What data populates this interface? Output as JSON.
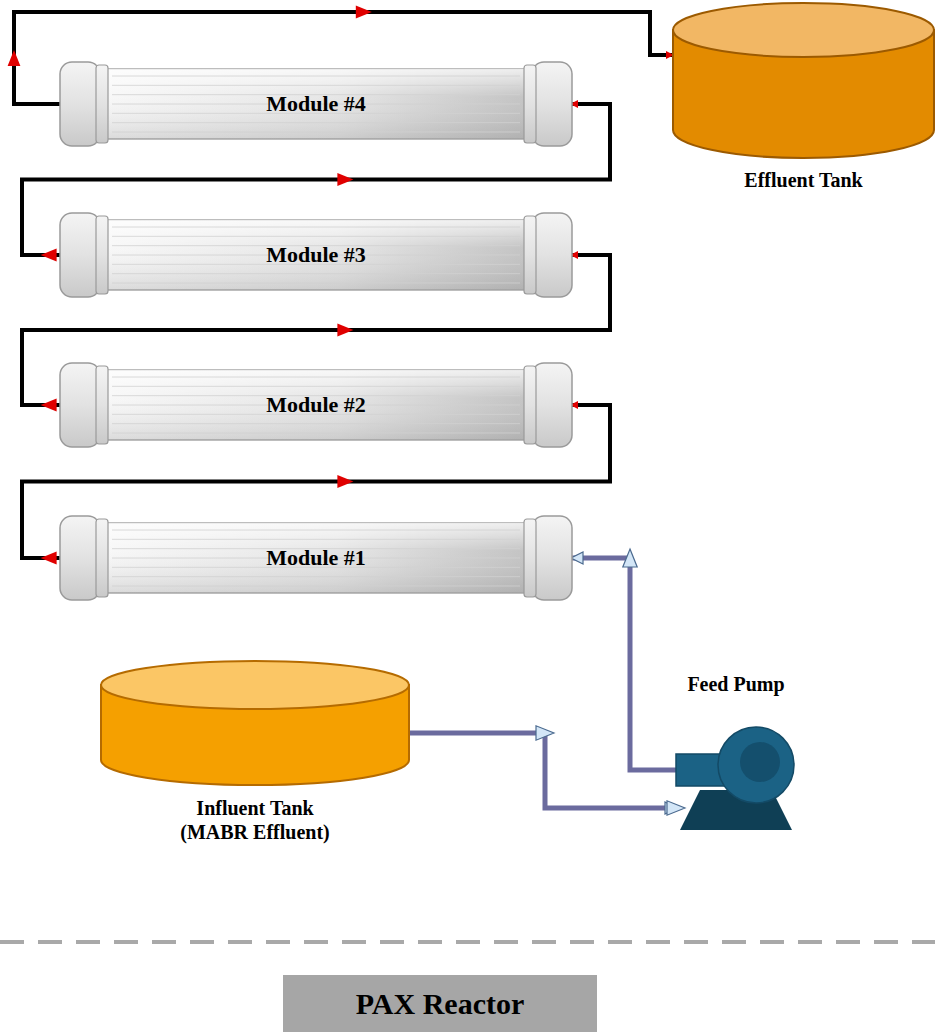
{
  "diagram": {
    "nodes": [
      {
        "text": [
          "Module #4"
        ]
      },
      {
        "text": [
          "Effluent Tank"
        ]
      },
      {
        "text": [
          "Module #3"
        ]
      },
      {
        "text": [
          "Module #2"
        ]
      },
      {
        "text": [
          "Module #1"
        ]
      },
      {
        "text": [
          "Feed Pump"
        ]
      },
      {
        "text": [
          "Influent Tank (MABR Effluent)"
        ]
      },
      {
        "text": [
          "PAX Reactor"
        ]
      }
    ],
    "edges": [
      {
        "from": 6,
        "to": 5,
        "arrow": "to"
      },
      {
        "from": 5,
        "to": 4,
        "arrow": "to"
      },
      {
        "from": 4,
        "to": 3,
        "arrow": "to"
      },
      {
        "from": 3,
        "to": 2,
        "arrow": "to"
      },
      {
        "from": 2,
        "to": 0,
        "arrow": "to"
      },
      {
        "from": 0,
        "to": 1,
        "arrow": "to"
      }
    ]
  }
}
